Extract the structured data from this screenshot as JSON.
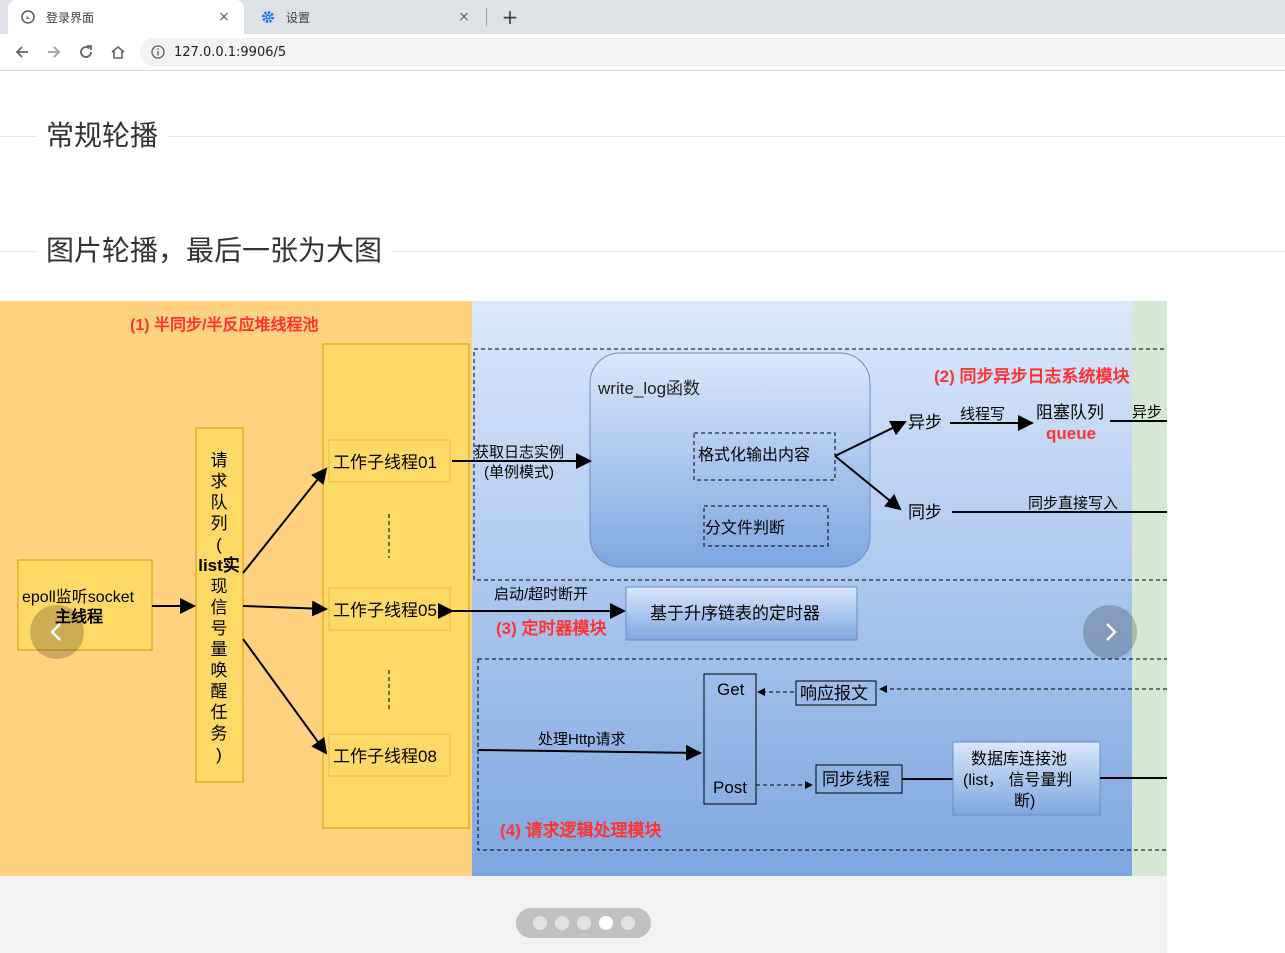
{
  "browser": {
    "tabs": [
      {
        "title": "登录界面",
        "icon": "globe-icon"
      },
      {
        "title": "设置",
        "icon": "gear-icon"
      }
    ],
    "close_glyph": "×",
    "new_tab_glyph": "+",
    "url": "127.0.0.1:9906/5"
  },
  "page": {
    "section1_title": "常规轮播",
    "section2_title": "图片轮播，最后一张为大图"
  },
  "carousel": {
    "current_index": 4,
    "total": 5,
    "diagram": {
      "title1": "(1) 半同步/半反应堆线程池",
      "title2": "(2) 同步异步日志系统模块",
      "title3": "(3) 定时器模块",
      "title4": "(4) 请求逻辑处理模块",
      "epoll_line1": "epoll监听socket",
      "epoll_line2": "主线程",
      "queue_chars": [
        "请",
        "求",
        "队",
        "列",
        "(",
        "list实",
        "现",
        "信",
        "号",
        "量",
        "唤",
        "醒",
        "任",
        "务",
        ")"
      ],
      "worker01": "工作子线程01",
      "worker05": "工作子线程05",
      "worker08": "工作子线程08",
      "write_log": "write_log函数",
      "format_output": "格式化输出内容",
      "split_file": "分文件判断",
      "get_log_line1": "获取日志实例",
      "get_log_line2": "(单例模式)",
      "async": "异步",
      "sync": "同步",
      "thread_write": "线程写",
      "block_queue": "阻塞队列",
      "queue": "queue",
      "async2": "异步",
      "sync_write": "同步直接写入",
      "start_timeout": "启动/超时断开",
      "timer": "基于升序链表的定时器",
      "get": "Get",
      "post": "Post",
      "response": "响应报文",
      "handle_http": "处理Http请求",
      "sync_thread": "同步线程",
      "db_pool_line1": "数据库连接池",
      "db_pool_line2": "(list， 信号量判",
      "db_pool_line3": "断)"
    }
  },
  "colors": {
    "accent_red": "#ff3333",
    "yellow_panel": "#fed27f",
    "blue_panel": "#a9c4f0",
    "green_panel": "#d5e8d4"
  }
}
